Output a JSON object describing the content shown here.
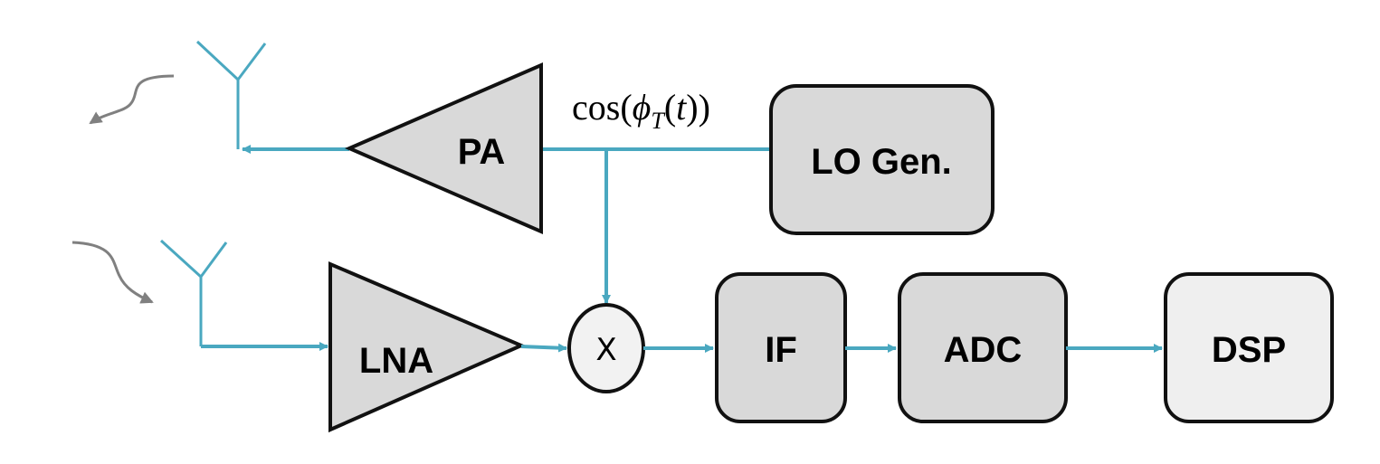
{
  "diagram": {
    "blocks": {
      "pa": "PA",
      "lna": "LNA",
      "mixer": "X",
      "lo_gen": "LO Gen.",
      "if": "IF",
      "adc": "ADC",
      "dsp": "DSP"
    },
    "lo_signal": {
      "prefix": "cos(",
      "phi": "ϕ",
      "subscript": "T",
      "arg_open": "(",
      "arg": "t",
      "suffix": "))"
    },
    "colors": {
      "signal_line": "#4aa8c0",
      "block_fill": "#d9d9d9",
      "dsp_fill": "#efefef",
      "mixer_fill": "#f2f2f2",
      "wave_arrow": "#808080",
      "outline": "#111111"
    }
  }
}
